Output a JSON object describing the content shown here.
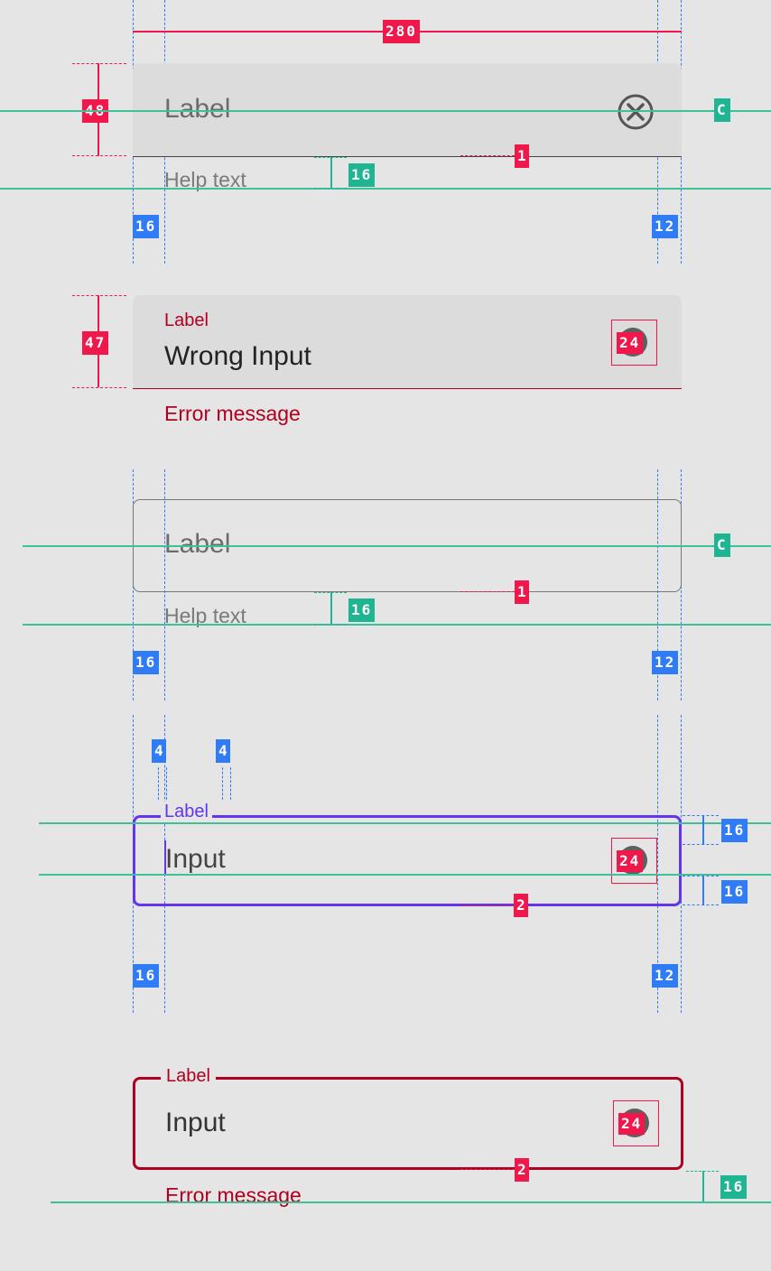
{
  "spec_tags": {
    "width": "280",
    "height_filled": "48",
    "height_filled_error": "47",
    "baseline_gap": "16",
    "padding_start": "16",
    "padding_end": "12",
    "indicator_thin": "1",
    "indicator_thick": "2",
    "icon_size": "24",
    "label_gap": "4",
    "centered": "C"
  },
  "filled_field": {
    "label": "Label",
    "help_text": "Help text",
    "trailing_icon": "clear-icon"
  },
  "filled_error_field": {
    "label": "Label",
    "value": "Wrong Input",
    "error_text": "Error message"
  },
  "outlined_field": {
    "label": "Label",
    "help_text": "Help text"
  },
  "outlined_focused_field": {
    "label": "Label",
    "value": "Input"
  },
  "outlined_error_field": {
    "label": "Label",
    "value": "Input",
    "error_text": "Error message"
  },
  "colors": {
    "background": "#e5e5e5",
    "field_fill": "#dcdcdc",
    "error": "#b00020",
    "focus": "#6200ee",
    "spec_red": "#f0184b",
    "spec_blue": "#2f7cf6",
    "spec_green": "#1fb592"
  }
}
